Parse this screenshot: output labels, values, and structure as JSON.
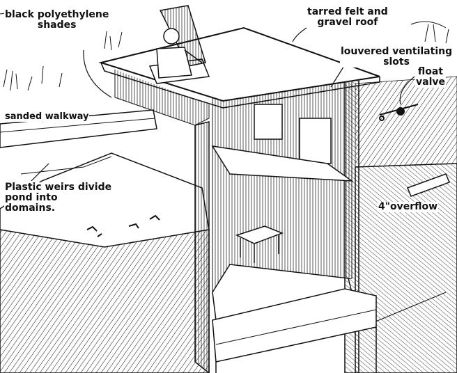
{
  "labels": {
    "shades": [
      "black polyethylene",
      "shades"
    ],
    "roof": [
      "tarred felt and",
      "gravel roof"
    ],
    "vents": [
      "louvered ventilating",
      "slots"
    ],
    "valve": [
      "float",
      "valve"
    ],
    "walkway": "sanded walkway",
    "weirs": [
      "Plastic weirs divide",
      "pond into",
      "domains."
    ],
    "overflow": "4\"overflow"
  },
  "colors": {
    "ink": "#111111",
    "paper": "#ffffff"
  }
}
